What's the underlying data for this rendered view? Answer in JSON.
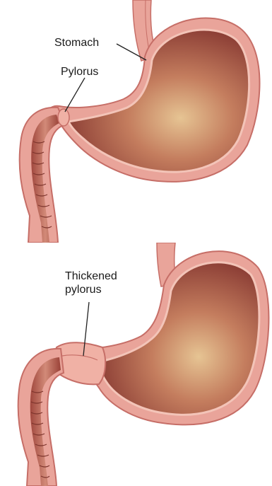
{
  "diagrams": [
    {
      "labels": {
        "stomach": "Stomach",
        "pylorus": "Pylorus"
      }
    },
    {
      "labels": {
        "thickened_pylorus_line1": "Thickened",
        "thickened_pylorus_line2": "pylorus"
      }
    }
  ],
  "colors": {
    "outer_wall": "#e9a49a",
    "wall_edge": "#c66e67",
    "lining_highlight": "#f3c4b8",
    "interior_dark": "#8a3c34",
    "interior_light": "#e6c493",
    "leader_line": "#222222"
  }
}
